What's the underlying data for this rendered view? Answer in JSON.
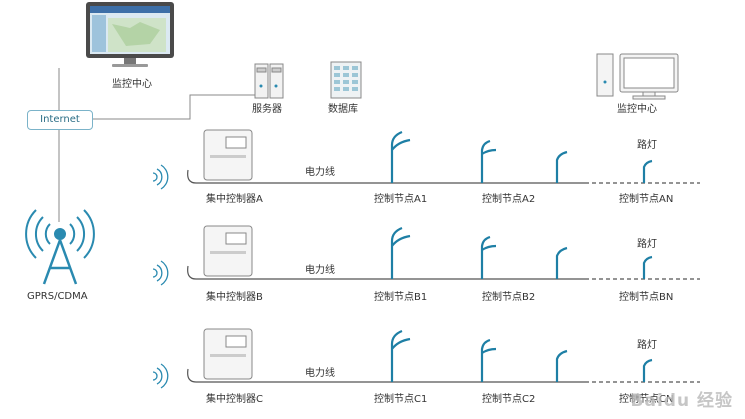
{
  "network": {
    "monitor_center_top": "监控中心",
    "internet": "Internet",
    "server": "服务器",
    "database": "数据库",
    "monitor_center_right": "监控中心",
    "gprs": "GPRS/CDMA"
  },
  "rows": [
    {
      "line_label": "电力线",
      "concentrator": "集中控制器A",
      "nodes": [
        "控制节点A1",
        "控制节点A2",
        "控制节点AN"
      ],
      "lamp_label": "路灯"
    },
    {
      "line_label": "电力线",
      "concentrator": "集中控制器B",
      "nodes": [
        "控制节点B1",
        "控制节点B2",
        "控制节点BN"
      ],
      "lamp_label": "路灯"
    },
    {
      "line_label": "电力线",
      "concentrator": "集中控制器C",
      "nodes": [
        "控制节点C1",
        "控制节点C2",
        "控制节点CN"
      ],
      "lamp_label": "路灯"
    }
  ],
  "watermark": "Baidu 经验",
  "colors": {
    "line": "#8a8a8a",
    "accent": "#1e8fb0",
    "device": "#6c6c6c"
  }
}
